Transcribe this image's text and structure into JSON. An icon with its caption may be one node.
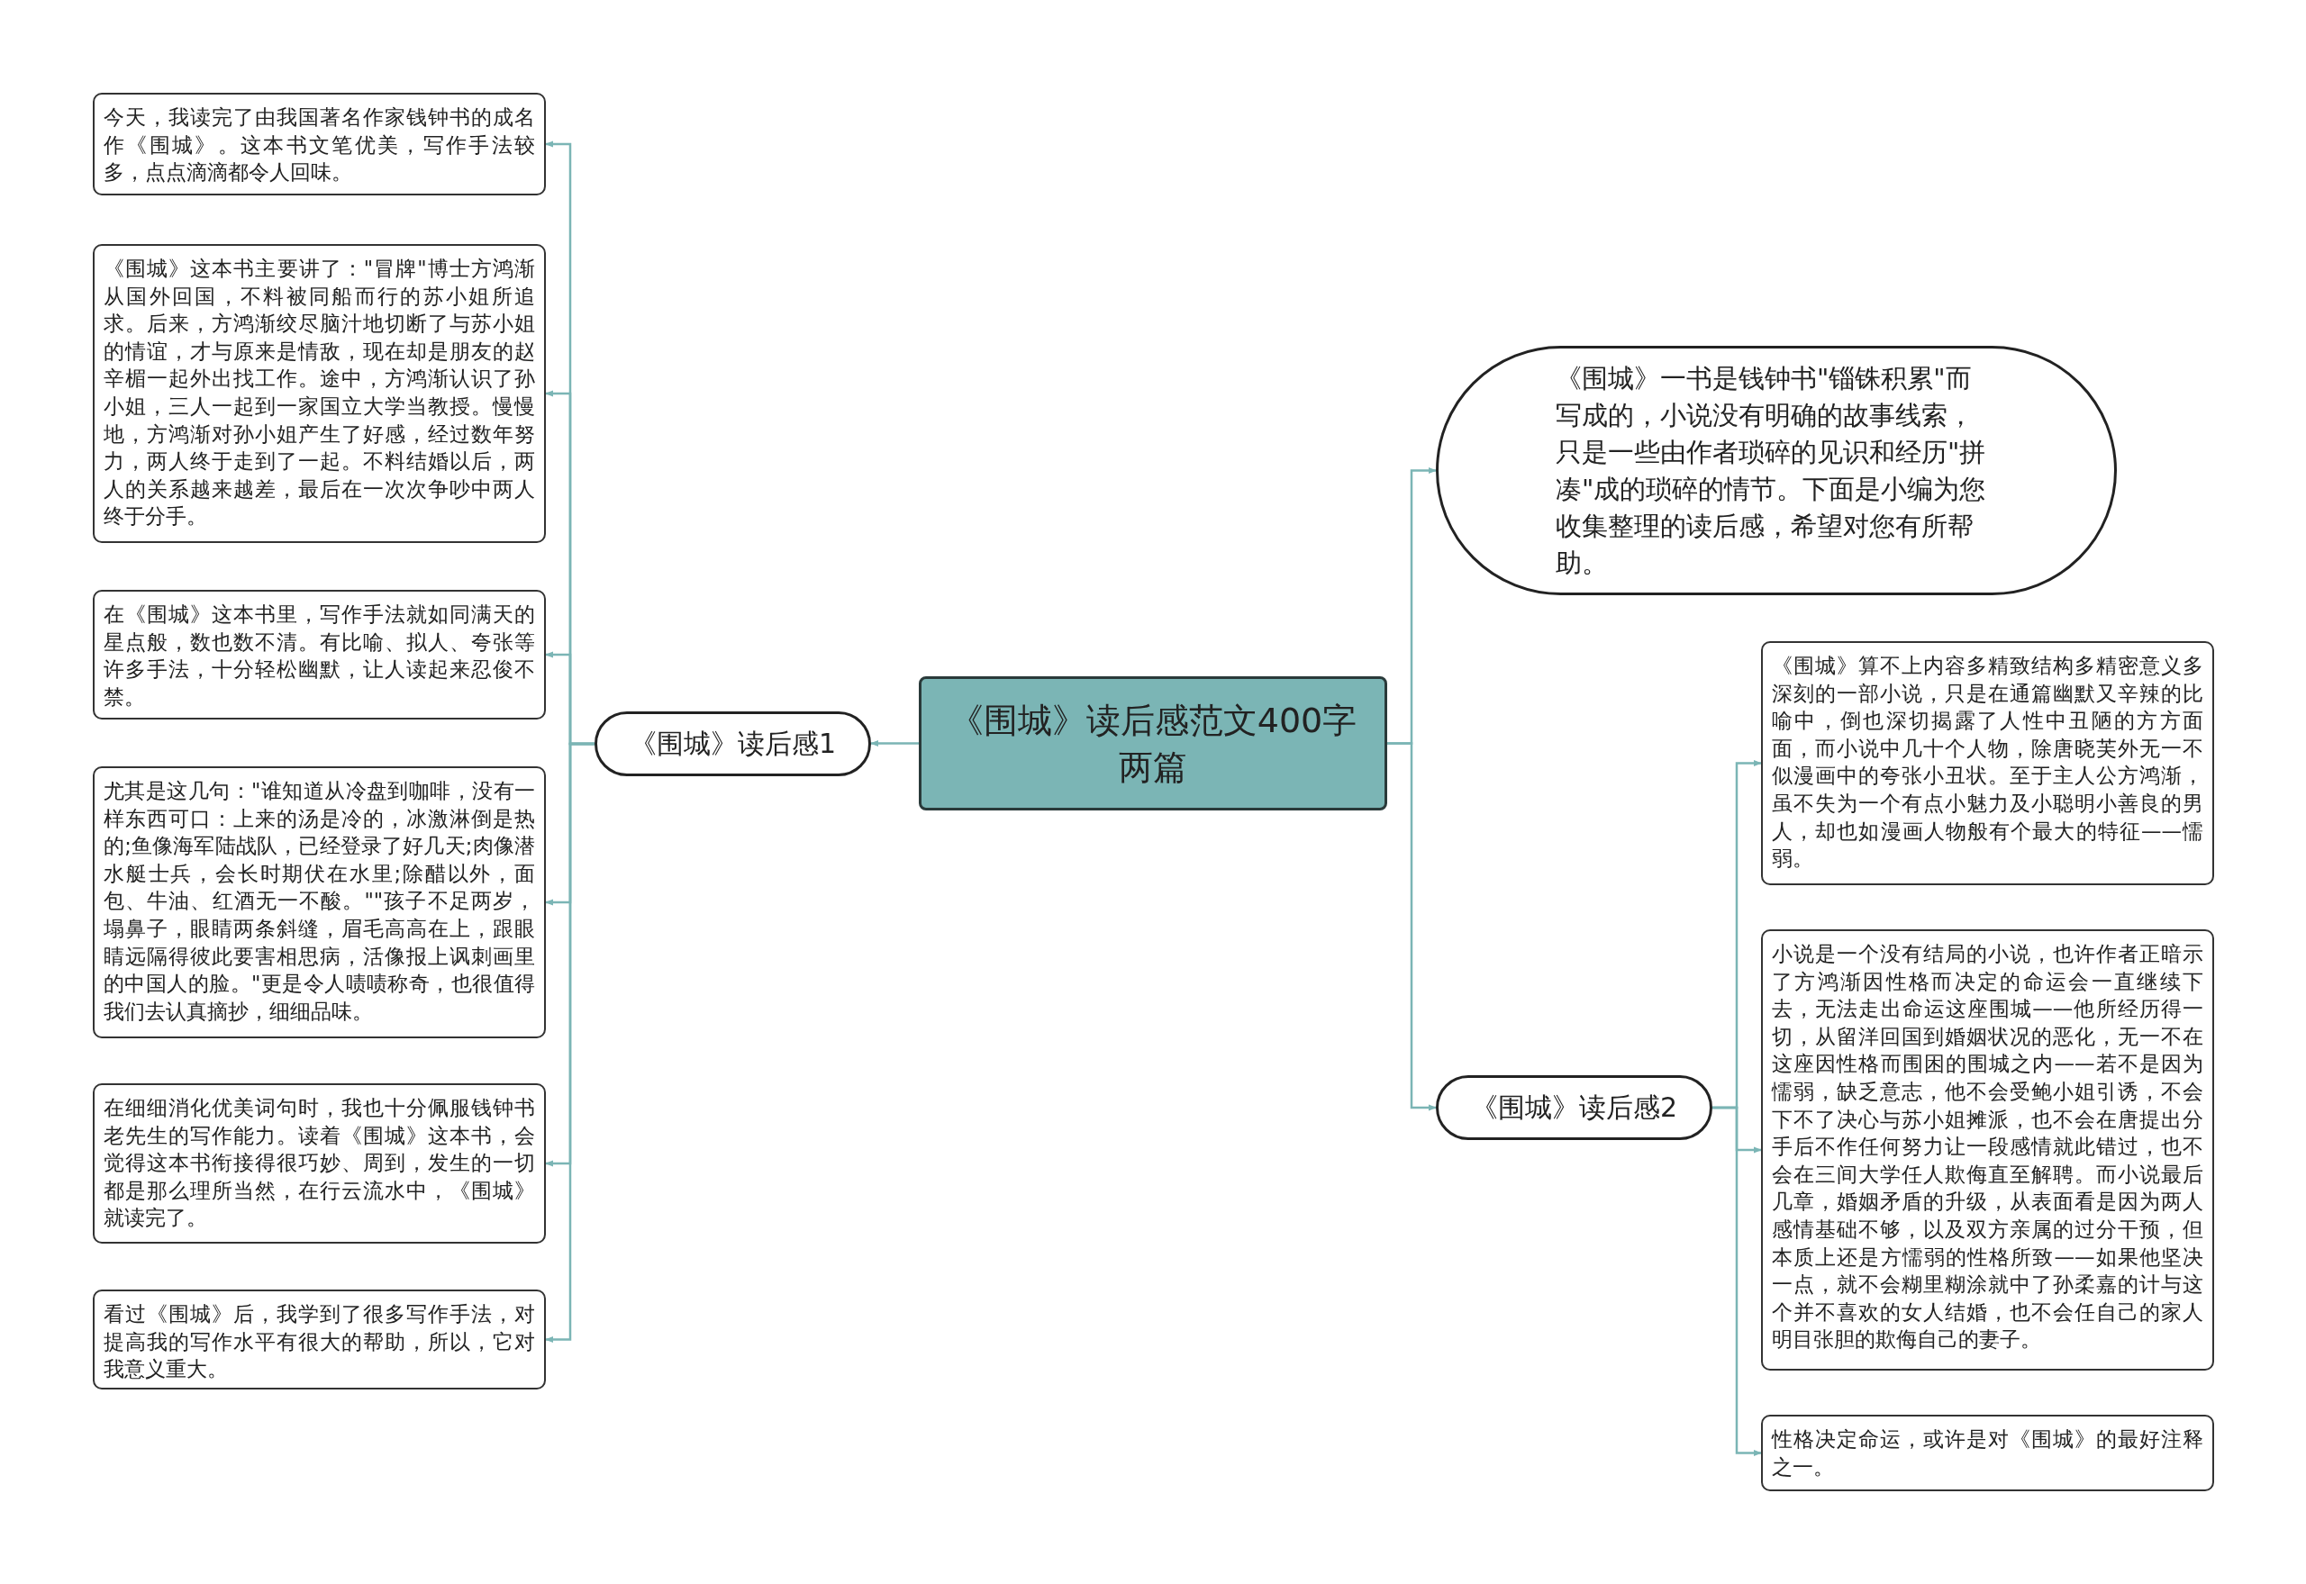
{
  "diagram": {
    "nodes": [
      {
        "text": [
          "《围城》读后感范文400字两篇"
        ]
      },
      {
        "text": [
          "《围城》读后感1"
        ]
      },
      {
        "text": [
          "今天，我读完了由我国著名作家钱钟书的成名作《围城》。这本书文笔优美，写作手法较多，点点滴滴都令人回味。"
        ]
      },
      {
        "text": [
          "《围城》这本书主要讲了：\"冒牌\"博士方鸿渐从国外回国，不料被同船而行的苏小姐所追求。后来，方鸿渐绞尽脑汁地切断了与苏小姐的情谊，才与原来是情敌，现在却是朋友的赵辛楣一起外出找工作。途中，方鸿渐认识了孙小姐，三人一起到一家国立大学当教授。慢慢地，方鸿渐对孙小姐产生了好感，经过数年努力，两人终于走到了一起。不料结婚以后，两人的关系越来越差，最后在一次次争吵中两人终于分手。"
        ]
      },
      {
        "text": [
          "在《围城》这本书里，写作手法就如同满天的星点般，数也数不清。有比喻、拟人、夸张等许多手法，十分轻松幽默，让人读起来忍俊不禁。"
        ]
      },
      {
        "text": [
          "尤其是这几句：\"谁知道从冷盘到咖啡，没有一样东西可口：上来的汤是冷的，冰激淋倒是热的;鱼像海军陆战队，已经登录了好几天;肉像潜水艇士兵，会长时期伏在水里;除醋以外，面包、牛油、红酒无一不酸。\"\"孩子不足两岁，塌鼻子，眼睛两条斜缝，眉毛高高在上，跟眼睛远隔得彼此要害相思病，活像报上讽刺画里的中国人的脸。\"更是令人啧啧称奇，也很值得我们去认真摘抄，细细品味。"
        ]
      },
      {
        "text": [
          "在细细消化优美词句时，我也十分佩服钱钟书老先生的写作能力。读着《围城》这本书，会觉得这本书衔接得很巧妙、周到，发生的一切都是那么理所当然，在行云流水中，《围城》就读完了。"
        ]
      },
      {
        "text": [
          "看过《围城》后，我学到了很多写作手法，对提高我的写作水平有很大的帮助，所以，它对我意义重大。"
        ]
      },
      {
        "text": [
          "《围城》一书是钱钟书\"锱铢积累\"而写成的，小说没有明确的故事线索，只是一些由作者琐碎的见识和经历\"拼凑\"成的琐碎的情节。下面是小编为您收集整理的读后感，希望对您有所帮助。"
        ]
      },
      {
        "text": [
          "《围城》读后感2"
        ]
      },
      {
        "text": [
          "《围城》算不上内容多精致结构多精密意义多深刻的一部小说，只是在通篇幽默又辛辣的比喻中，倒也深切揭露了人性中丑陋的方方面面，而小说中几十个人物，除唐晓芙外无一不似漫画中的夸张小丑状。至于主人公方鸿渐，虽不失为一个有点小魅力及小聪明小善良的男人，却也如漫画人物般有个最大的特征——懦弱。"
        ]
      },
      {
        "text": [
          "小说是一个没有结局的小说，也许作者正暗示了方鸿渐因性格而决定的命运会一直继续下去，无法走出命运这座围城——他所经历得一切，从留洋回国到婚姻状况的恶化，无一不在这座因性格而围困的围城之内——若不是因为懦弱，缺乏意志，他不会受鲍小姐引诱，不会下不了决心与苏小姐摊派，也不会在唐提出分手后不作任何努力让一段感情就此错过，也不会在三间大学任人欺侮直至解聘。而小说最后几章，婚姻矛盾的升级，从表面看是因为两人感情基础不够，以及双方亲属的过分干预，但本质上还是方懦弱的性格所致——如果他坚决一点，就不会糊里糊涂就中了孙柔嘉的计与这个并不喜欢的女人结婚，也不会任自己的家人明目张胆的欺侮自己的妻子。"
        ]
      },
      {
        "text": [
          "性格决定命运，或许是对《围城》的最好注释之一。"
        ]
      }
    ],
    "edges": [
      {
        "from": 0,
        "to": 1,
        "arrow": "to"
      },
      {
        "from": 1,
        "to": 2,
        "arrow": "to"
      },
      {
        "from": 1,
        "to": 3,
        "arrow": "to"
      },
      {
        "from": 1,
        "to": 4,
        "arrow": "to"
      },
      {
        "from": 1,
        "to": 5,
        "arrow": "to"
      },
      {
        "from": 1,
        "to": 6,
        "arrow": "to"
      },
      {
        "from": 1,
        "to": 7,
        "arrow": "to"
      },
      {
        "from": 0,
        "to": 8,
        "arrow": "to"
      },
      {
        "from": 0,
        "to": 9,
        "arrow": "to"
      },
      {
        "from": 9,
        "to": 10,
        "arrow": "to"
      },
      {
        "from": 9,
        "to": 11,
        "arrow": "to"
      },
      {
        "from": 9,
        "to": 12,
        "arrow": "to"
      }
    ]
  }
}
